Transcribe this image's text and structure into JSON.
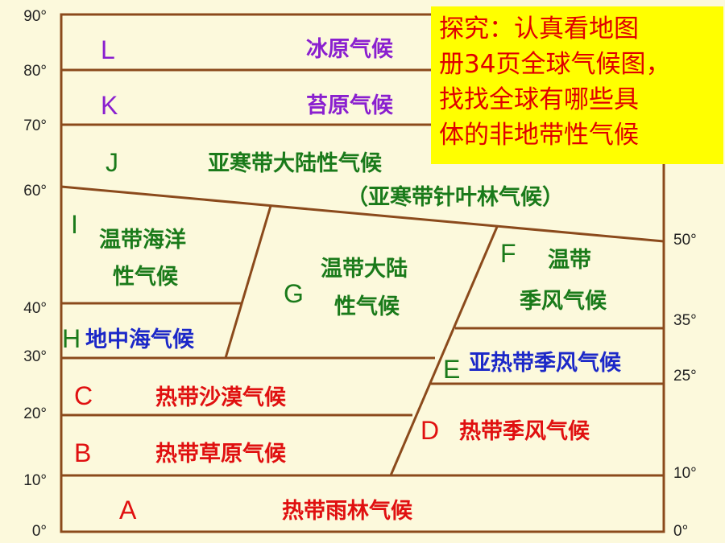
{
  "latitudes_left": [
    "90°",
    "80°",
    "70°",
    "60°",
    "40°",
    "30°",
    "20°",
    "10°",
    "0°"
  ],
  "latitudes_right": [
    "50°",
    "35°",
    "25°",
    "10°",
    "0°"
  ],
  "zones": [
    {
      "letter": "L",
      "name": "冰原气候",
      "color": "#8a1fcf"
    },
    {
      "letter": "K",
      "name": "苔原气候",
      "color": "#8a1fcf"
    },
    {
      "letter": "J",
      "name": "亚寒带大陆性气候",
      "name2": "（亚寒带针叶林气候）",
      "color": "#1a7a1a"
    },
    {
      "letter": "I",
      "name": "温带海洋",
      "name2": "性气候",
      "color": "#1a7a1a"
    },
    {
      "letter": "H",
      "name": "地中海气候",
      "color": "#1c28c8"
    },
    {
      "letter": "G",
      "name": "温带大陆",
      "name2": "性气候",
      "color": "#1a7a1a"
    },
    {
      "letter": "F",
      "name": "温带",
      "name2": "季风气候",
      "color": "#1a7a1a"
    },
    {
      "letter": "E",
      "name": "亚热带季风气候",
      "color": "#1c28c8"
    },
    {
      "letter": "C",
      "name": "热带沙漠气候",
      "color": "#e01010"
    },
    {
      "letter": "B",
      "name": "热带草原气候",
      "color": "#e01010"
    },
    {
      "letter": "D",
      "name": "热带季风气候",
      "color": "#e01010"
    },
    {
      "letter": "A",
      "name": "热带雨林气候",
      "color": "#e01010"
    }
  ],
  "note": "探究：认真看地图\n册34页全球气候图，\n找找全球有哪些具\n体的非地带性气候",
  "colors": {
    "lines": "#8b4a1c",
    "note_bg": "#ffff00",
    "note_text": "#e00000",
    "background": "#fcf9dc"
  }
}
